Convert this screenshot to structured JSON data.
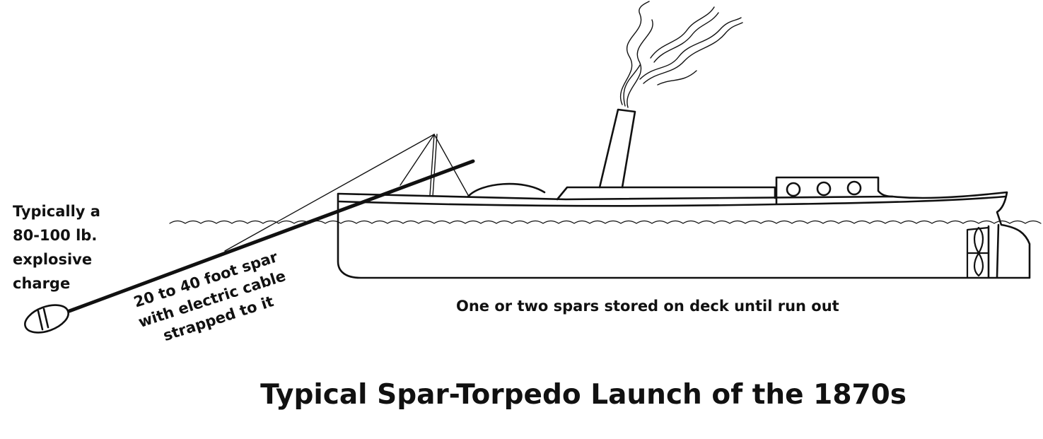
{
  "charge_note": [
    "Typically a",
    "80-100 lb.",
    "explosive",
    "charge"
  ],
  "spar_note": [
    "20 to 40 foot spar",
    "with electric cable",
    "strapped to it"
  ],
  "storage_note": "One or two spars stored on deck until run out",
  "title": "Typical Spar-Torpedo Launch of the 1870s",
  "colors": {
    "ink": "#111111",
    "background": "#ffffff"
  },
  "icons": [
    "smoke-plume",
    "smokestack",
    "portholes",
    "propeller",
    "rudder",
    "torpedo-charge",
    "waterline"
  ]
}
